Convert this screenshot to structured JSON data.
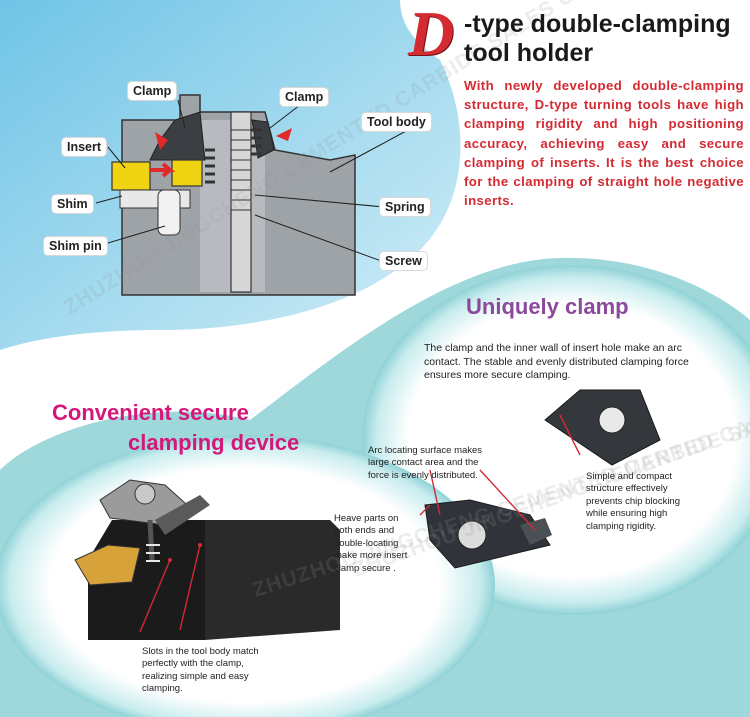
{
  "header": {
    "title_letter": "D",
    "title_line1": "-type double-clamping",
    "title_line2": "tool holder",
    "intro": "With newly developed double-clamping structure, D-type turning tools have high clamping rigidity and high positioning accuracy, achieving easy and secure clamping of inserts. It is the best choice for the clamping of straight hole negative inserts."
  },
  "diagram_labels": {
    "clamp_left": "Clamp",
    "clamp_right": "Clamp",
    "insert": "Insert",
    "tool_body": "Tool body",
    "shim": "Shim",
    "shim_pin": "Shim pin",
    "spring": "Spring",
    "screw": "Screw"
  },
  "uniquely": {
    "title": "Uniquely clamp",
    "description": "The clamp and the inner wall of insert hole make an arc contact. The stable and evenly distributed clamping force ensures more secure clamping."
  },
  "convenient": {
    "title_line1": "Convenient secure",
    "title_line2": "clamping device"
  },
  "notes": {
    "arc": "Arc locating surface makes large contact area and the force is evenly distributed.",
    "simple": "Simple and compact structure effectively prevents chip blocking while ensuring high clamping rigidity.",
    "heave": "Heave parts on both ends and double-locating make more insert clamp secure .",
    "slots": "Slots in the tool body match perfectly with the clamp, realizing simple and easy clamping."
  },
  "watermark": "ZHUZHOU JINGCHENG CEMENTED CARBIDE SALES CO.,LTD.",
  "colors": {
    "accent_red": "#d42a32",
    "purple": "#8b4a9c",
    "magenta": "#d4177a",
    "background_blue": "#b9e3f2",
    "circle_teal": "#9fd8da"
  }
}
